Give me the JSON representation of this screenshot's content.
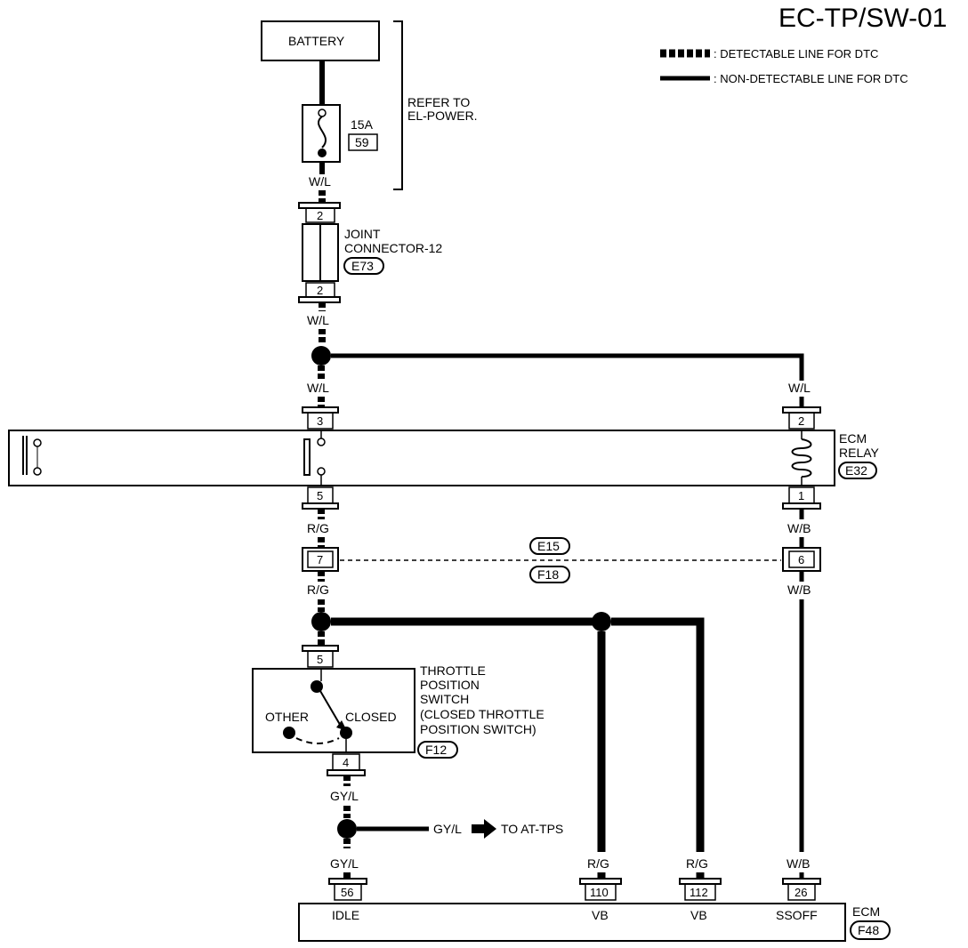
{
  "page_title": "EC-TP/SW-01",
  "legend": {
    "detectable": ": DETECTABLE LINE FOR DTC",
    "non_detectable": ": NON-DETECTABLE LINE FOR DTC"
  },
  "battery": "BATTERY",
  "fuse": {
    "rating": "15A",
    "number": "59"
  },
  "power_ref": {
    "line1": "REFER TO",
    "line2": "EL-POWER."
  },
  "joint_connector": {
    "line1": "JOINT",
    "line2": "CONNECTOR-12",
    "code": "E73",
    "pin_top": "2",
    "pin_bottom": "2"
  },
  "wires": {
    "w_l_1": "W/L",
    "w_l_2": "W/L",
    "w_l_3": "W/L",
    "w_l_4": "W/L",
    "r_g_1": "R/G",
    "r_g_2": "R/G",
    "w_b_1": "W/B",
    "w_b_2": "W/B",
    "gy_l_1": "GY/L",
    "gy_l_2": "GY/L",
    "gy_l_3": "GY/L",
    "r_g_3": "R/G",
    "r_g_4": "R/G",
    "w_b_3": "W/B"
  },
  "ecm_relay": {
    "line1": "ECM",
    "line2": "RELAY",
    "code": "E32",
    "pin3": "3",
    "pin5": "5",
    "pin2": "2",
    "pin1": "1"
  },
  "connectors": {
    "e15": "E15",
    "f18": "F18",
    "pin7": "7",
    "pin6": "6"
  },
  "tps": {
    "line1": "THROTTLE",
    "line2": "POSITION",
    "line3": "SWITCH",
    "line4": "(CLOSED THROTTLE",
    "line5": "POSITION SWITCH)",
    "code": "F12",
    "other": "OTHER",
    "closed": "CLOSED",
    "pin5": "5",
    "pin4": "4"
  },
  "at_tps": "TO AT-TPS",
  "ecm": {
    "name": "ECM",
    "code": "F48",
    "pins": [
      "56",
      "110",
      "112",
      "26"
    ],
    "terminals": [
      "IDLE",
      "VB",
      "VB",
      "SSOFF"
    ]
  },
  "colors": {
    "line": "#000000",
    "background": "#ffffff"
  }
}
